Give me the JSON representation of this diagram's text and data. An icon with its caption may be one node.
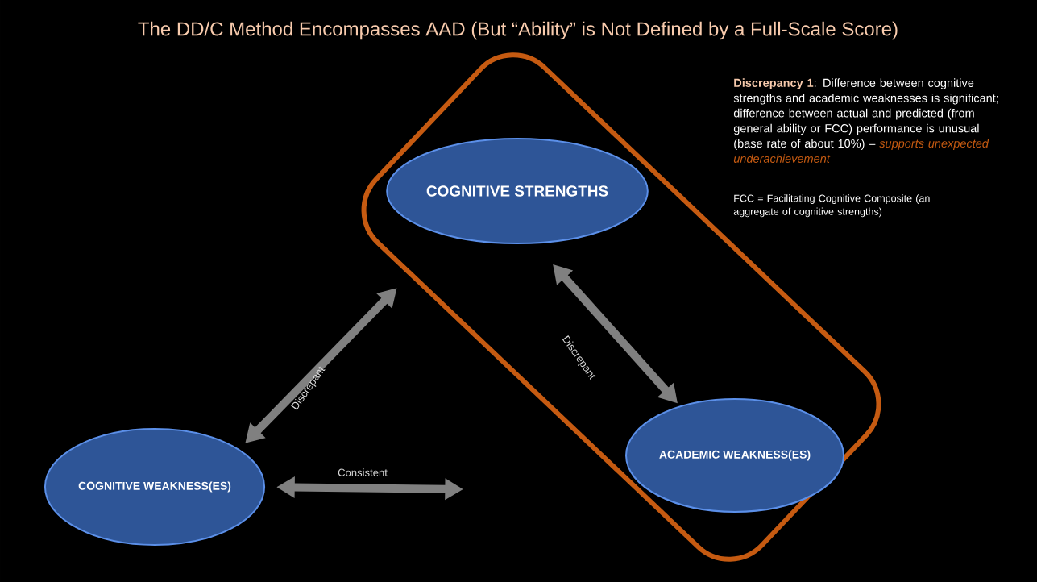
{
  "diagram": {
    "title": "The DD/C Method Encompasses AAD (But “Ability” is Not Defined by a Full-Scale Score)",
    "nodes": [
      {
        "text": [],
        "shape": "box"
      },
      {
        "text": [
          "COGNITIVE STRENGTHS"
        ],
        "in": 0
      },
      {
        "text": [
          "ACADEMIC WEAKNESS(ES)"
        ],
        "in": 0
      },
      {
        "text": [
          "COGNITIVE WEAKNESS(ES)"
        ]
      }
    ],
    "edges": [
      {
        "from": 3,
        "to": 0,
        "arrow": "both",
        "label": "Discrepant"
      },
      {
        "from": 1,
        "to": 2,
        "arrow": "both",
        "label": "Discrepant"
      },
      {
        "from": 3,
        "to": null,
        "arrow": "both",
        "label": "Consistent"
      }
    ],
    "labels": [
      "**Discrepancy 1**: Difference between cognitive strengths and academic weaknesses is significant; difference between actual and predicted (from general ability or FCC) performance is unusual (base rate of about 10%) – *supports unexpected underachievement*",
      "FCC = Facilitating Cognitive Composite (an aggregate of cognitive strengths)"
    ]
  }
}
